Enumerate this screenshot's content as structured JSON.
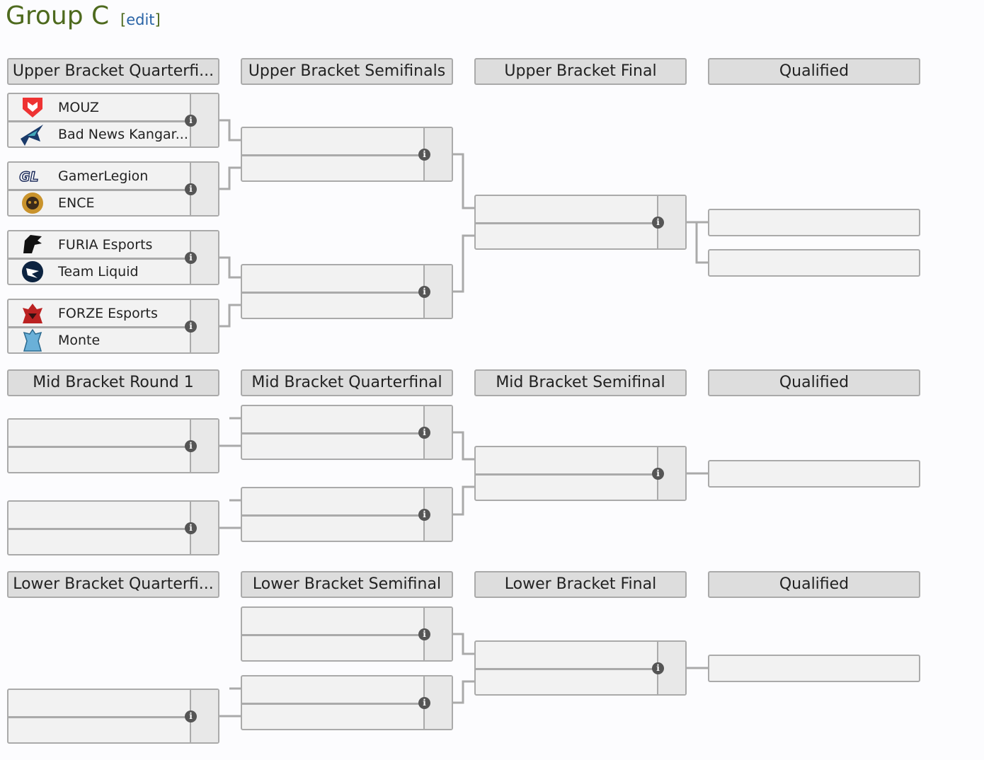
{
  "title": "Group C",
  "edit_label": "edit",
  "sections": [
    {
      "headers": [
        "Upper Bracket Quarterfi...",
        "Upper Bracket Semifinals",
        "Upper Bracket Final",
        "Qualified"
      ]
    },
    {
      "headers": [
        "Mid Bracket Round 1",
        "Mid Bracket Quarterfinal",
        "Mid Bracket Semifinal",
        "Qualified"
      ]
    },
    {
      "headers": [
        "Lower Bracket Quarterfi...",
        "Lower Bracket Semifinal",
        "Lower Bracket Final",
        "Qualified"
      ]
    }
  ],
  "upper_quarterfinals": [
    {
      "team1": {
        "name": "MOUZ",
        "logo": "mouz-logo",
        "color": "#e33"
      },
      "team2": {
        "name": "Bad News Kangar...",
        "logo": "bnk-logo",
        "color": "#1a3a6a"
      }
    },
    {
      "team1": {
        "name": "GamerLegion",
        "logo": "gamerlegion-logo",
        "color": "#1b2a5a"
      },
      "team2": {
        "name": "ENCE",
        "logo": "ence-logo",
        "color": "#c9932c"
      }
    },
    {
      "team1": {
        "name": "FURIA Esports",
        "logo": "furia-logo",
        "color": "#111"
      },
      "team2": {
        "name": "Team Liquid",
        "logo": "liquid-logo",
        "color": "#0c2340"
      }
    },
    {
      "team1": {
        "name": "FORZE Esports",
        "logo": "forze-logo",
        "color": "#b22"
      },
      "team2": {
        "name": "Monte",
        "logo": "monte-logo",
        "color": "#6ab0d8"
      }
    }
  ],
  "info_icon": "info-icon"
}
